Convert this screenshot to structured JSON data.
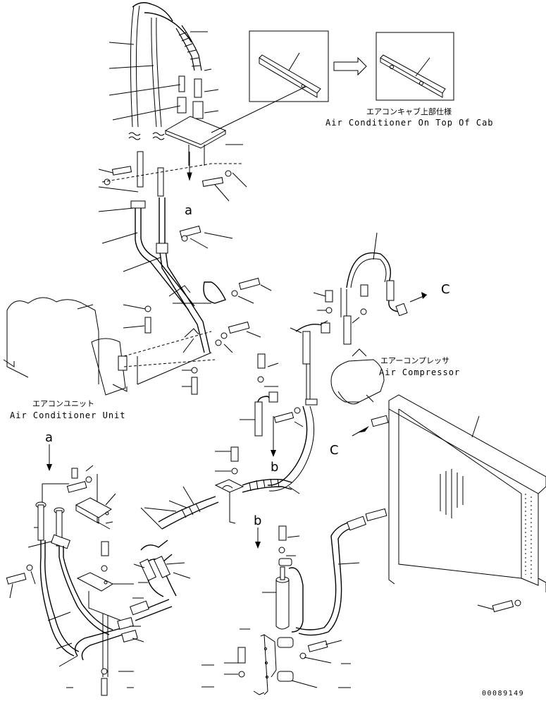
{
  "labels": {
    "cab_top_ja": "エアコンキャブ上部仕様",
    "cab_top_en": "Air Conditioner On Top Of Cab",
    "compressor_ja": "エアーコンプレッサ",
    "compressor_en": "Air Compressor",
    "unit_ja": "エアコンユニット",
    "unit_en": "Air Conditioner Unit"
  },
  "refs": {
    "a_top": "a",
    "a_bottom": "a",
    "b_mid": "b",
    "b_bottom": "b",
    "c_right": "C",
    "c_left": "C"
  },
  "part_number": "00089149"
}
